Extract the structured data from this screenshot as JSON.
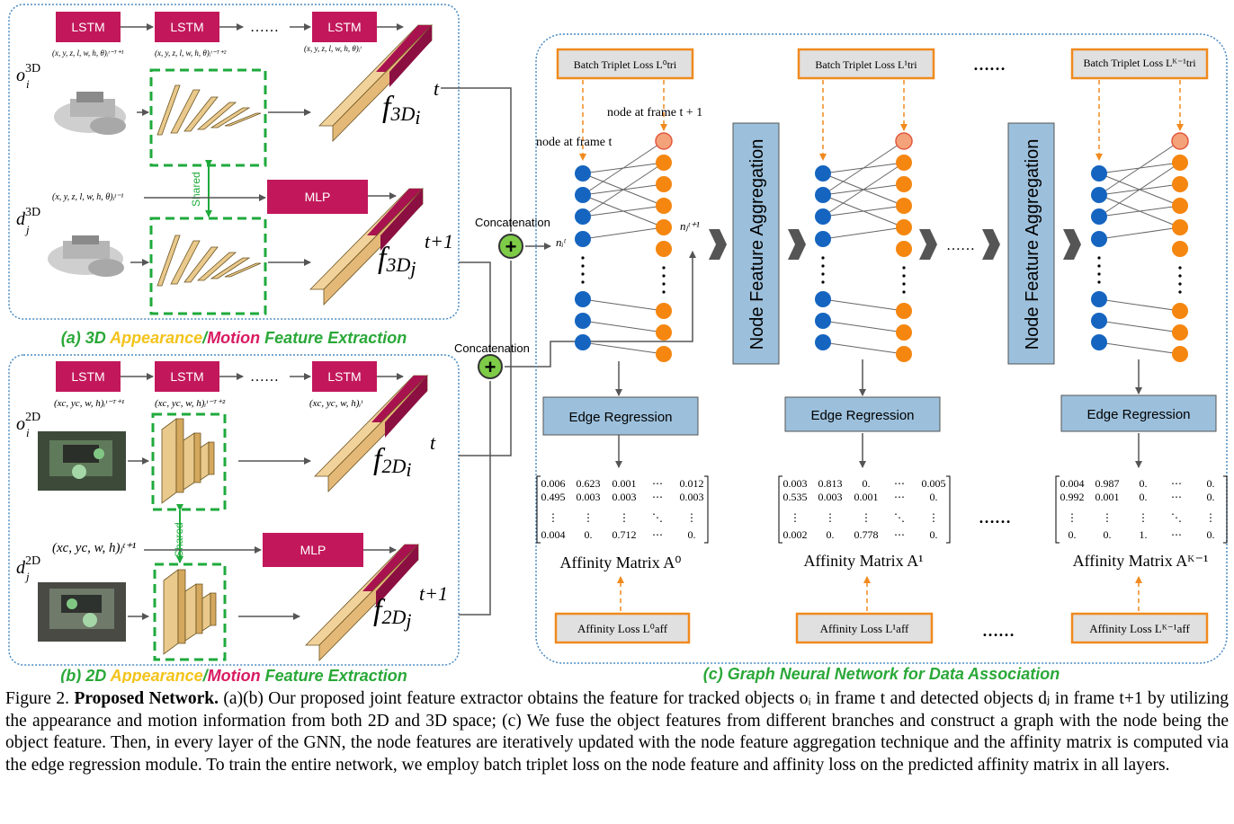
{
  "panel_a": {
    "title_prefix": "(a) 3D ",
    "title_appearance": "Appearance",
    "title_slash": "/",
    "title_motion": "Motion",
    "title_suffix": " Feature Extraction",
    "obj_label": "o",
    "obj_sup": "3D",
    "obj_sub": "i",
    "det_label": "d",
    "det_sup": "3D",
    "det_sub": "j",
    "lstm": [
      "LSTM",
      "LSTM",
      "LSTM"
    ],
    "lstm_dots": "……",
    "lstm_inputs": [
      "(x, y, z, l, w, h, θ)ᵢᵗ⁻ᵀ⁺¹",
      "(x, y, z, l, w, h, θ)ᵢᵗ⁻ᵀ⁺²",
      "(x, y, z, l, w, h, θ)ᵢᵗ"
    ],
    "mlp_input": "(x, y, z, l, w, h, θ)ⱼᵗ⁻¹",
    "mlp": "MLP",
    "shared": "Shared",
    "feat_obj": "f",
    "feat_obj_sub": "3D",
    "feat_obj_sub2": "i",
    "feat_obj_sup": "t",
    "feat_det": "f",
    "feat_det_sub": "3D",
    "feat_det_sub2": "j",
    "feat_det_sup": "t+1"
  },
  "panel_b": {
    "title_prefix": "(b) 2D ",
    "title_appearance": "Appearance",
    "title_slash": "/",
    "title_motion": "Motion",
    "title_suffix": " Feature Extraction",
    "obj_label": "o",
    "obj_sup": "2D",
    "obj_sub": "i",
    "det_label": "d",
    "det_sup": "2D",
    "det_sub": "j",
    "lstm": [
      "LSTM",
      "LSTM",
      "LSTM"
    ],
    "lstm_dots": "……",
    "lstm_inputs": [
      "(xc, yc, w, h)ᵢᵗ⁻ᵀ⁺¹",
      "(xc, yc, w, h)ᵢᵗ⁻ᵀ⁺²",
      "(xc, yc, w, h)ᵢᵗ"
    ],
    "mlp_input": "(xc, yc, w, h)ⱼᵗ⁺¹",
    "mlp": "MLP",
    "shared": "Shared",
    "feat_obj": "f",
    "feat_obj_sub": "2D",
    "feat_obj_sub2": "i",
    "feat_obj_sup": "t",
    "feat_det": "f",
    "feat_det_sub": "2D",
    "feat_det_sub2": "j",
    "feat_det_sup": "t+1"
  },
  "concat": {
    "label1": "Concatenation",
    "label2": "Concatenation"
  },
  "panel_c": {
    "title": "(c) Graph Neural Network for Data Association",
    "node_frame_t": "node at frame t",
    "node_frame_t1": "node at frame t + 1",
    "ni": "nᵢᵗ",
    "nj": "nⱼᵗ⁺¹",
    "triplet_losses": [
      "Batch Triplet Loss L⁰tri",
      "Batch Triplet Loss L¹tri",
      "Batch Triplet Loss Lᴷ⁻¹tri"
    ],
    "aggregation": [
      "Node Feature Aggregation",
      "Node Feature Aggregation"
    ],
    "edge_regression": [
      "Edge Regression",
      "Edge Regression",
      "Edge Regression"
    ],
    "matrices": [
      {
        "rows": [
          [
            "0.006",
            "0.623",
            "0.001",
            "⋯",
            "0.012"
          ],
          [
            "0.495",
            "0.003",
            "0.003",
            "⋯",
            "0.003"
          ],
          [
            "⋮",
            "⋮",
            "⋮",
            "⋱",
            "⋮"
          ],
          [
            "0.004",
            "0.",
            "0.712",
            "⋯",
            "0."
          ]
        ]
      },
      {
        "rows": [
          [
            "0.003",
            "0.813",
            "0.",
            "⋯",
            "0.005"
          ],
          [
            "0.535",
            "0.003",
            "0.001",
            "⋯",
            "0."
          ],
          [
            "⋮",
            "⋮",
            "⋮",
            "⋱",
            "⋮"
          ],
          [
            "0.002",
            "0.",
            "0.778",
            "⋯",
            "0."
          ]
        ]
      },
      {
        "rows": [
          [
            "0.004",
            "0.987",
            "0.",
            "⋯",
            "0."
          ],
          [
            "0.992",
            "0.001",
            "0.",
            "⋯",
            "0."
          ],
          [
            "⋮",
            "⋮",
            "⋮",
            "⋱",
            "⋮"
          ],
          [
            "0.",
            "0.",
            "1.",
            "⋯",
            "0."
          ]
        ]
      }
    ],
    "affinity_matrix_labels": [
      "Affinity Matrix A⁰",
      "Affinity Matrix A¹",
      "Affinity Matrix Aᴷ⁻¹"
    ],
    "affinity_losses": [
      "Affinity Loss L⁰aff",
      "Affinity Loss L¹aff",
      "Affinity Loss Lᴷ⁻¹aff"
    ],
    "dots": "……"
  },
  "caption": {
    "figure": "Figure 2. ",
    "lead": "Proposed Network.",
    "text": " (a)(b) Our proposed joint feature extractor obtains the feature for tracked objects oᵢ in frame t and detected objects dⱼ in frame t+1 by utilizing the appearance and motion information from both 2D and 3D space; (c) We fuse the object features from different branches and construct a graph with the node being the object feature. Then, in every layer of the GNN, the node features are iteratively updated with the node feature aggregation technique and the affinity matrix is computed via the edge regression module. To train the entire network, we employ batch triplet loss on the node feature and affinity loss on the predicted affinity matrix in all layers."
  },
  "colors": {
    "lstm_fill": "#c2185b",
    "dash_green": "#1faa3c",
    "node_blue": "#1565c0",
    "node_orange": "#f5860f",
    "panel_border": "#4a8bc2",
    "box_blue": "#9cc0dc",
    "title_green": "#2aa838",
    "title_yellow": "#f3c31a",
    "title_magenta": "#d81b60",
    "loss_border": "#f08a1e",
    "loss_fill": "#e0e0e0",
    "concat_green": "#7ecb48"
  }
}
